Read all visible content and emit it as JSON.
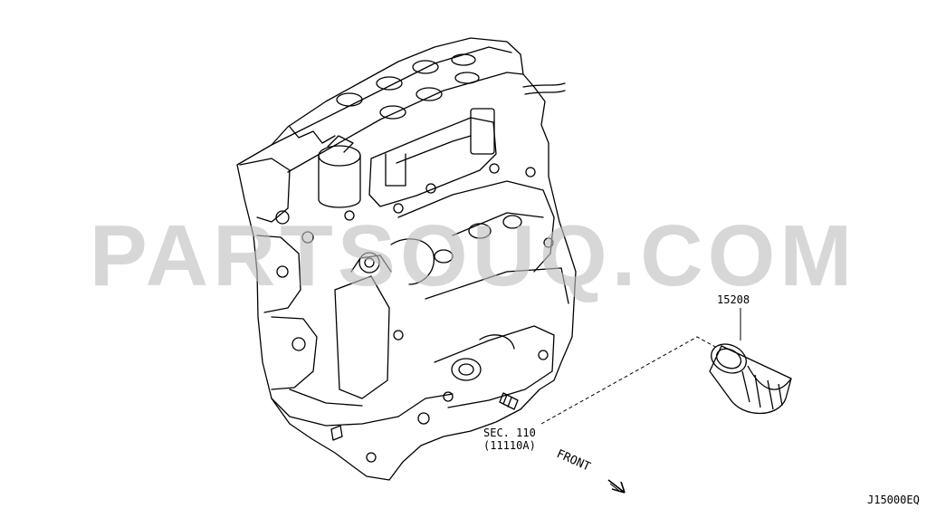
{
  "watermark": "PARTSOUQ.COM",
  "callouts": {
    "part_number": "15208",
    "section_line1": "SEC. 110",
    "section_line2": "(11110A)",
    "direction": "FRONT"
  },
  "diagram_code": "J15000EQ",
  "colors": {
    "ink": "#000000",
    "watermark": "#bebebe",
    "background": "#ffffff"
  }
}
